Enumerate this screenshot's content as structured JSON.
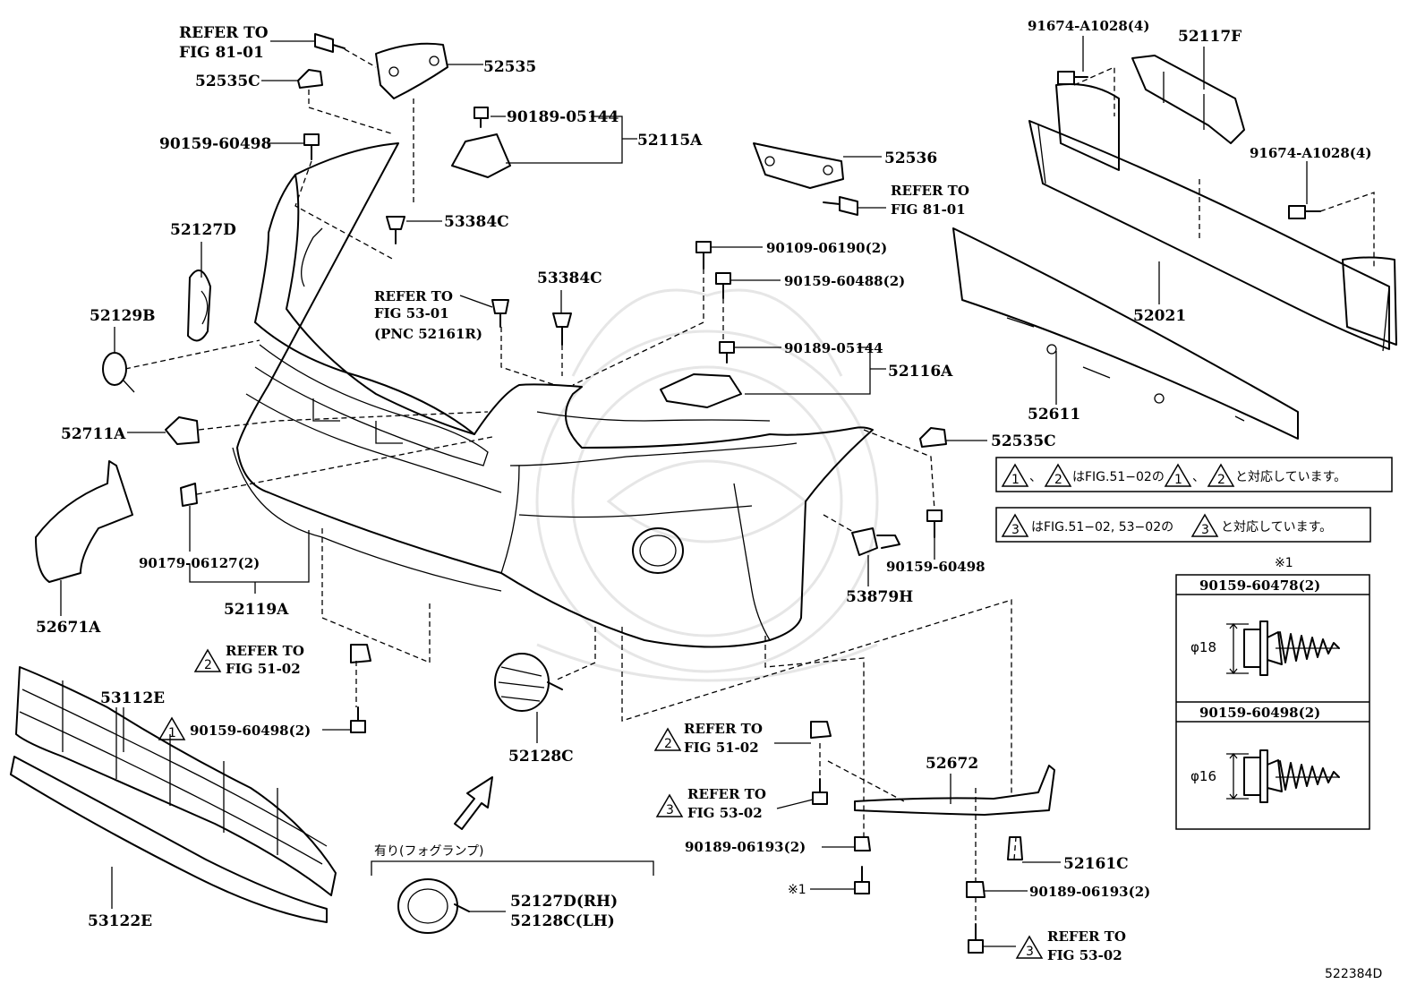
{
  "labels": {
    "refer_to": "REFER TO",
    "fig_81_01": "FIG 81-01",
    "fig_53_01": "FIG 53-01",
    "pnc_52161r": "(PNC 52161R)",
    "fig_51_02": "FIG 51-02",
    "fig_53_02": "FIG 53-02",
    "p52535": "52535",
    "p52535c_top": "52535C",
    "p90159_60498_top": "90159-60498",
    "p90189_05144_top": "90189-05144",
    "p52115a": "52115A",
    "p53384c_left": "53384C",
    "p52127d": "52127D",
    "p52129b": "52129B",
    "p53384c_mid": "53384C",
    "p52711a": "52711A",
    "p90179_06127": "90179-06127(2)",
    "p52119a": "52119A",
    "p52671a": "52671A",
    "p52536": "52536",
    "p90109_06190": "90109-06190(2)",
    "p90159_60488": "90159-60488(2)",
    "p90189_05144_mid": "90189-05144",
    "p52116a": "52116A",
    "p91674_a1028_top": "91674-A1028(4)",
    "p52117f": "52117F",
    "p91674_a1028_right": "91674-A1028(4)",
    "p52021": "52021",
    "p52611": "52611",
    "p52535c_right": "52535C",
    "p90159_60498_right": "90159-60498",
    "p53879h": "53879H",
    "p53112e": "53112E",
    "p90159_60498_2": "90159-60498(2)",
    "p53122e": "53122E",
    "p52128c": "52128C",
    "fog_heading": "有り(フォグランプ)",
    "p52127d_rh": "52127D(RH)",
    "p52128c_lh": "52128C(LH)",
    "p52672": "52672",
    "p90189_06193_a": "90189-06193(2)",
    "p90189_06193_b": "90189-06193(2)",
    "p52161c": "52161C",
    "kome1": "※1",
    "diagram_code": "522384D"
  },
  "notes": {
    "note1_a": "、",
    "note1_b": "はFIG.51−02の",
    "note1_c": "、",
    "note1_d": "と対応しています。",
    "note2_a": "はFIG.51−02, 53−02の",
    "note2_b": "と対応しています。"
  },
  "triangles": {
    "t1": "1",
    "t2": "2",
    "t3": "3"
  },
  "detail": {
    "heading": "※1",
    "bolt_a_part": "90159-60478(2)",
    "bolt_a_dia": "φ18",
    "bolt_b_part": "90159-60498(2)",
    "bolt_b_dia": "φ16"
  }
}
